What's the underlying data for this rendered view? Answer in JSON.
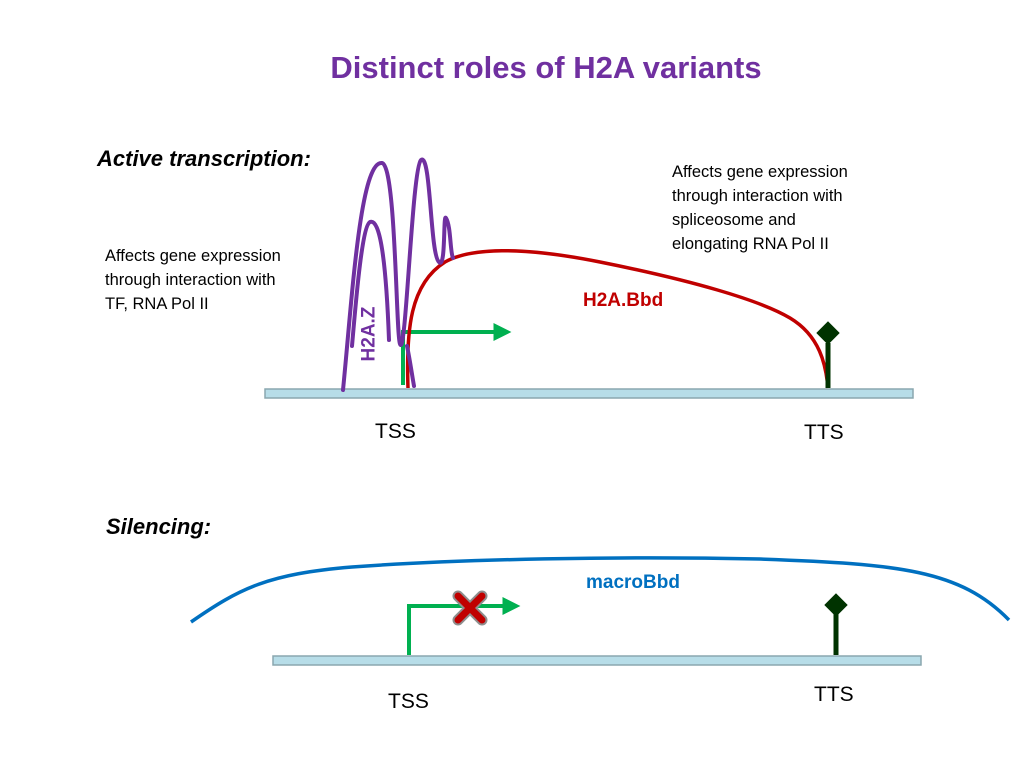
{
  "title": "Distinct roles of H2A variants",
  "active": {
    "heading": "Active transcription:",
    "note_left": "Affects gene expression\nthrough interaction with\nTF, RNA Pol II",
    "note_right": "Affects gene expression\nthrough interaction with\nspliceosome and\nelongating RNA Pol II",
    "variant_tss": "H2A.Z",
    "variant_body": "H2A.Bbd",
    "tss_label": "TSS",
    "tts_label": "TTS"
  },
  "silencing": {
    "heading": "Silencing:",
    "variant": "macroBbd",
    "tss_label": "TSS",
    "tts_label": "TTS"
  },
  "colors": {
    "title": "#7030a0",
    "h2az": "#7030a0",
    "h2abbd": "#c00000",
    "macrobbd": "#0070c0",
    "tss_arrow": "#00b050",
    "tts_marker": "#003300",
    "dna": "#b7dde8",
    "block_x": "#c00000"
  }
}
